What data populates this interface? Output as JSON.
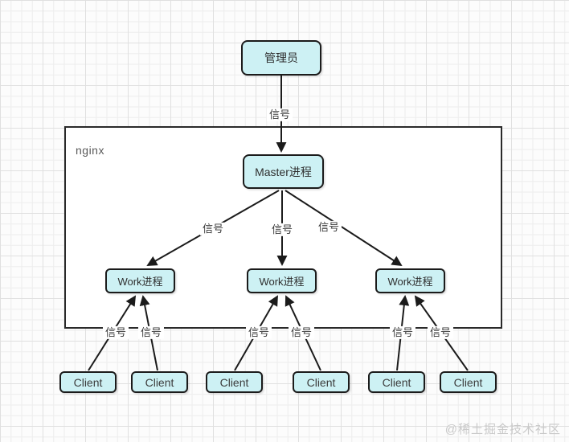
{
  "diagram": {
    "container_label": "nginx",
    "watermark": "@稀土掘金技术社区",
    "nodes": {
      "admin": "管理员",
      "master": "Master进程",
      "workers": [
        "Work进程",
        "Work进程",
        "Work进程"
      ],
      "clients": [
        "Client",
        "Client",
        "Client",
        "Client",
        "Client",
        "Client"
      ]
    },
    "edge_labels": [
      "信号",
      "信号",
      "信号",
      "信号",
      "信号",
      "信号",
      "信号",
      "信号",
      "信号",
      "信号"
    ],
    "colors": {
      "node_fill": "#cdf1f4",
      "node_border": "#1b1b1b",
      "line": "#1b1b1b",
      "grid_minor": "#ededed",
      "grid_major": "#e0e0e0",
      "canvas": "#fcfcfc",
      "container_fill": "#ffffff",
      "label_text": "#3a3a3a",
      "watermark_text": "#c9c9c9"
    }
  }
}
